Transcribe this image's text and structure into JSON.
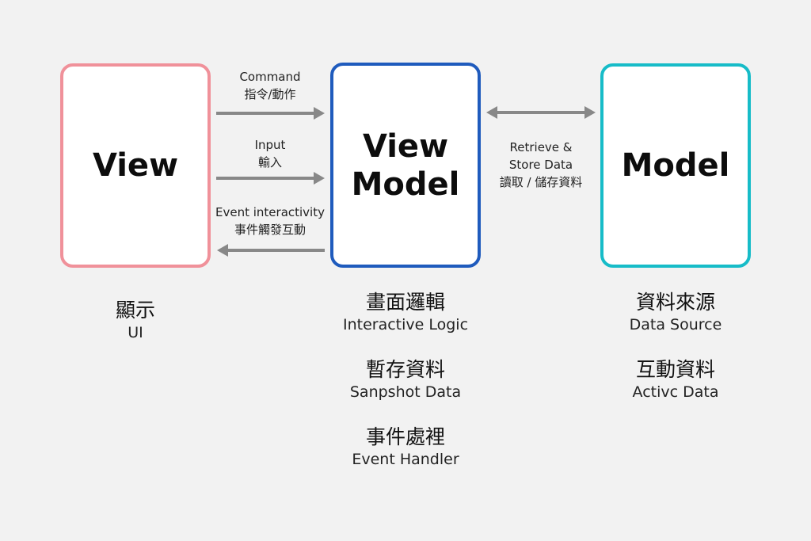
{
  "view": {
    "title": "View",
    "zh": "顯示",
    "en": "UI",
    "color": "#f0919a"
  },
  "view_model": {
    "title_line1": "View",
    "title_line2": "Model",
    "color": "#1f5bbd",
    "features": [
      {
        "zh": "畫面邏輯",
        "en": "Interactive Logic"
      },
      {
        "zh": "暫存資料",
        "en": "Sanpshot Data"
      },
      {
        "zh": "事件處裡",
        "en": "Event Handler"
      }
    ]
  },
  "model": {
    "title": "Model",
    "color": "#17bcc8",
    "features": [
      {
        "zh": "資料來源",
        "en": "Data Source"
      },
      {
        "zh": "互動資料",
        "en": "Activc Data"
      }
    ]
  },
  "arrows": {
    "command": {
      "en": "Command",
      "zh": "指令/動作"
    },
    "input": {
      "en": "Input",
      "zh": "輸入"
    },
    "event": {
      "en": "Event interactivity",
      "zh": "事件觸發互動"
    },
    "retrieve": {
      "line1": "Retrieve &",
      "line2": "Store Data",
      "zh": "讀取 / 儲存資料"
    },
    "color": "#888888"
  }
}
